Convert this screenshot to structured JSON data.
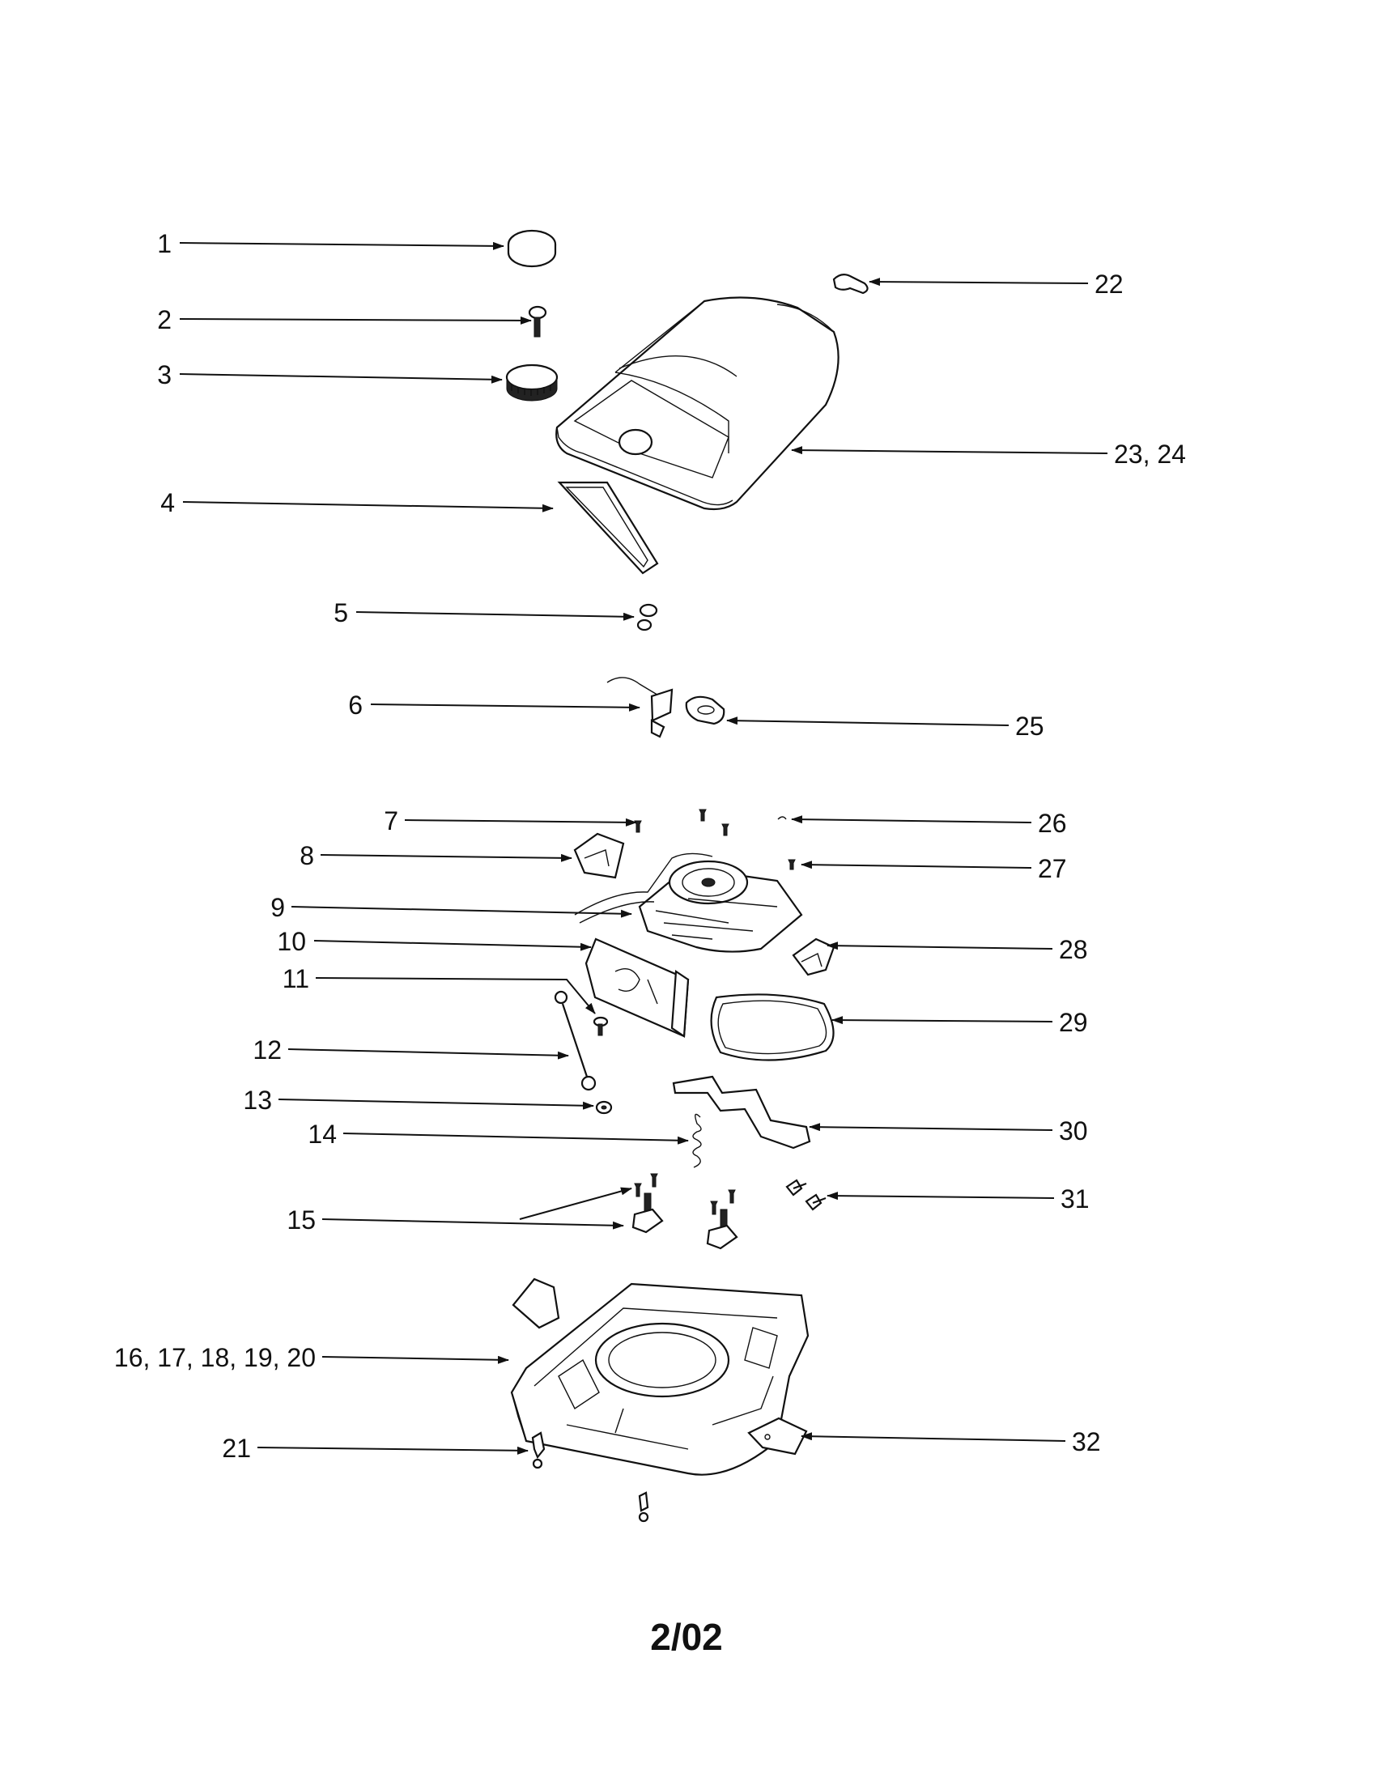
{
  "callouts": [
    {
      "id": "1",
      "text": "1"
    },
    {
      "id": "2",
      "text": "2"
    },
    {
      "id": "3",
      "text": "3"
    },
    {
      "id": "4",
      "text": "4"
    },
    {
      "id": "5",
      "text": "5"
    },
    {
      "id": "6",
      "text": "6"
    },
    {
      "id": "7",
      "text": "7"
    },
    {
      "id": "8",
      "text": "8"
    },
    {
      "id": "9",
      "text": "9"
    },
    {
      "id": "10",
      "text": "10"
    },
    {
      "id": "11",
      "text": "11"
    },
    {
      "id": "12",
      "text": "12"
    },
    {
      "id": "13",
      "text": "13"
    },
    {
      "id": "14",
      "text": "14"
    },
    {
      "id": "15",
      "text": "15"
    },
    {
      "id": "16",
      "text": "16, 17, 18, 19, 20"
    },
    {
      "id": "21",
      "text": "21"
    },
    {
      "id": "22",
      "text": "22"
    },
    {
      "id": "23",
      "text": "23, 24"
    },
    {
      "id": "25",
      "text": "25"
    },
    {
      "id": "26",
      "text": "26"
    },
    {
      "id": "27",
      "text": "27"
    },
    {
      "id": "28",
      "text": "28"
    },
    {
      "id": "29",
      "text": "29"
    },
    {
      "id": "30",
      "text": "30"
    },
    {
      "id": "31",
      "text": "31"
    },
    {
      "id": "32",
      "text": "32"
    }
  ],
  "footer": "2/02"
}
